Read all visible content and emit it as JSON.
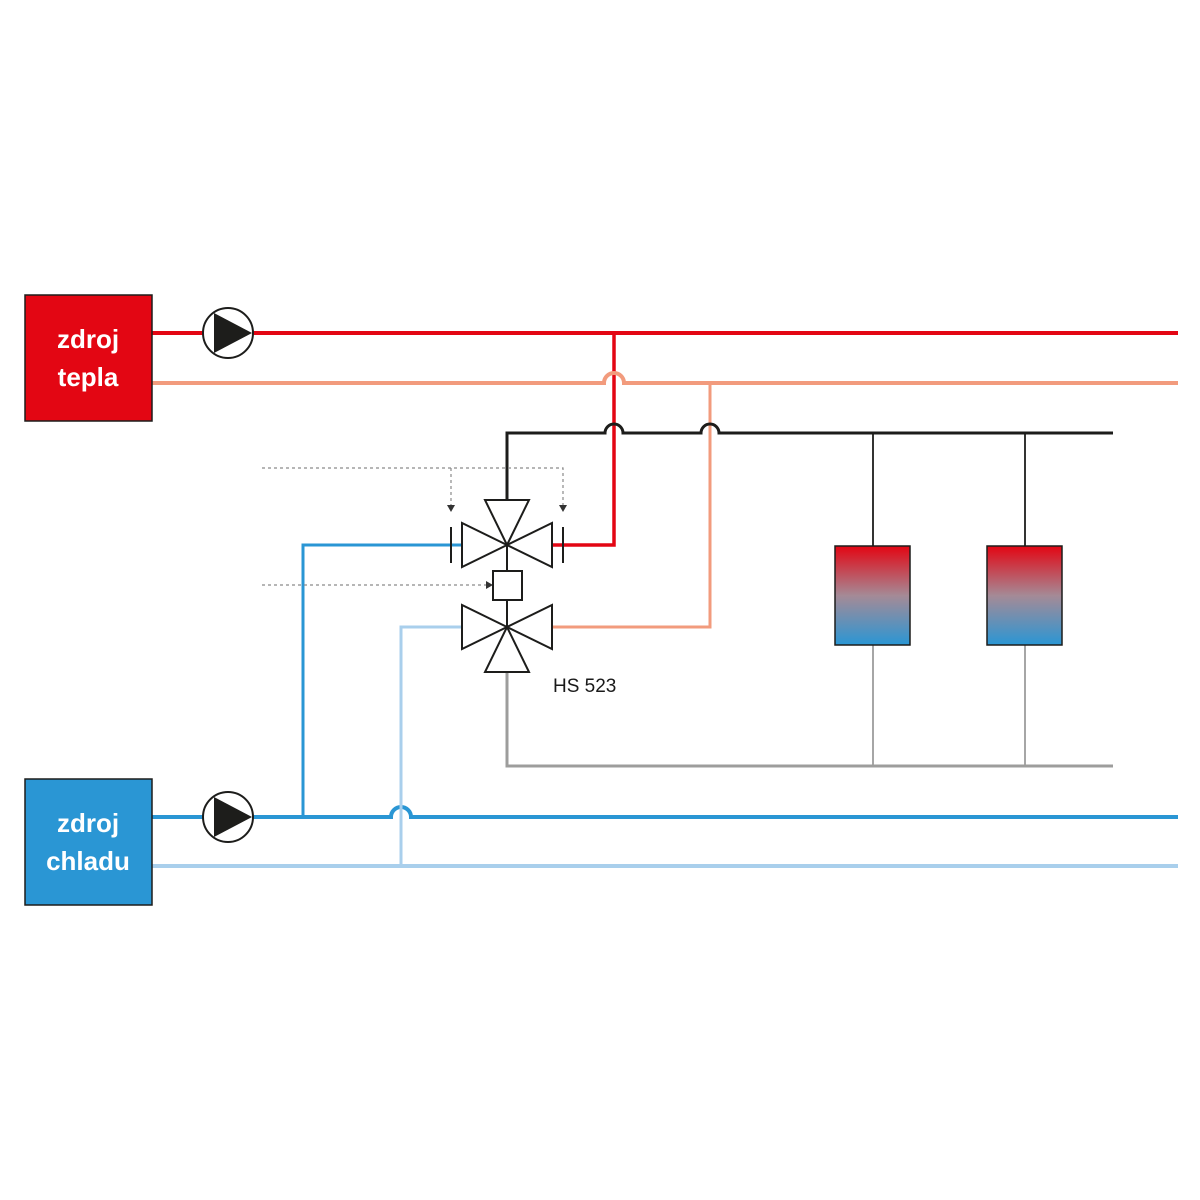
{
  "heat_source": {
    "line1": "zdroj",
    "line2": "tepla",
    "color": "#e30613"
  },
  "cold_source": {
    "line1": "zdroj",
    "line2": "chladu",
    "color": "#2a96d4"
  },
  "valve": {
    "label": "HS 523"
  },
  "colors": {
    "heat_supply": "#e30613",
    "heat_return": "#f29b7d",
    "cold_supply": "#2a96d4",
    "cold_return": "#a9cfec",
    "consumer_supply": "#1d1d1b",
    "consumer_return": "#9d9d9c"
  }
}
